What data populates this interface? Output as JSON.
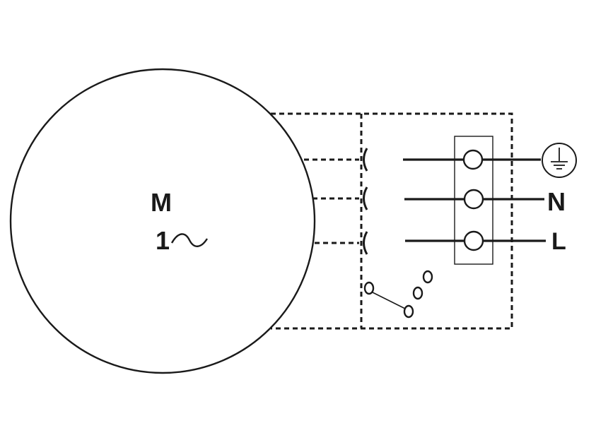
{
  "motor": {
    "label": "M",
    "phase": "1",
    "ac_symbol": "∼"
  },
  "terminals": [
    {
      "id": "earth",
      "label": ""
    },
    {
      "id": "neutral",
      "label": "N"
    },
    {
      "id": "line",
      "label": "L"
    }
  ],
  "earth_icon": "protective-earth-icon",
  "speed_switch_icon": "rotary-speed-selector-icon",
  "colors": {
    "line": "#1a1a1a",
    "background": "#ffffff"
  }
}
